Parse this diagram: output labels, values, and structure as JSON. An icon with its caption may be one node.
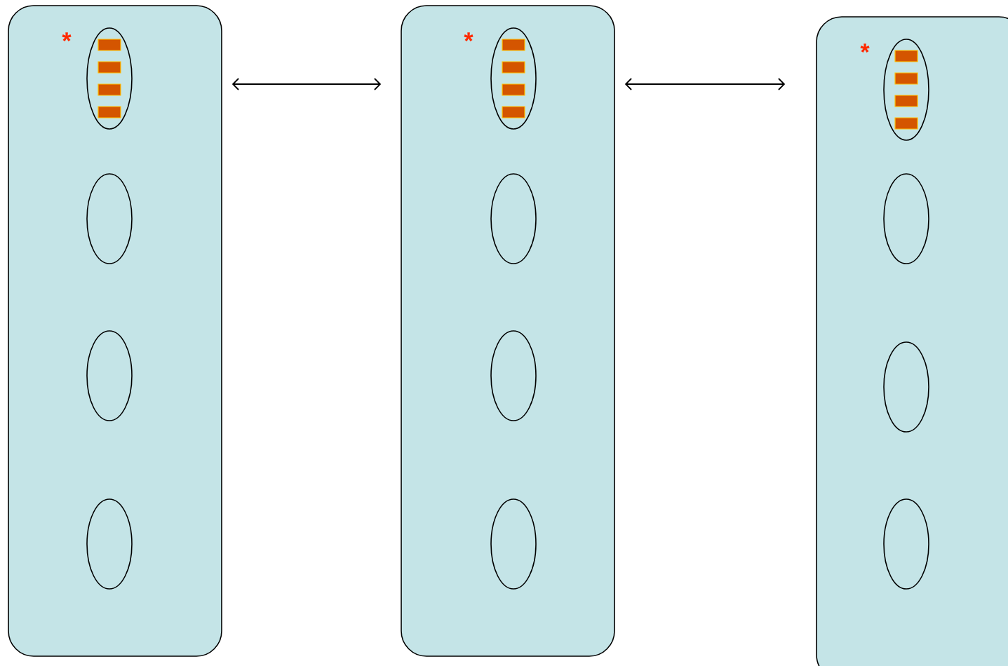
{
  "diagram": {
    "nodes": [
      {
        "text": [],
        "shape": "box"
      },
      {
        "text": [],
        "shape": "ellipse",
        "in": 0,
        "beside": [
          "*"
        ]
      },
      {
        "text": [],
        "shape": "bar",
        "in": 1
      },
      {
        "text": [],
        "shape": "bar",
        "in": 1
      },
      {
        "text": [],
        "shape": "bar",
        "in": 1
      },
      {
        "text": [],
        "shape": "bar",
        "in": 1
      },
      {
        "text": [],
        "shape": "ellipse",
        "in": 0
      },
      {
        "text": [],
        "shape": "ellipse",
        "in": 0
      },
      {
        "text": [],
        "shape": "ellipse",
        "in": 0
      },
      {
        "text": [],
        "shape": "box"
      },
      {
        "text": [],
        "shape": "ellipse",
        "in": 9,
        "beside": [
          "*"
        ]
      },
      {
        "text": [],
        "shape": "bar",
        "in": 10
      },
      {
        "text": [],
        "shape": "bar",
        "in": 10
      },
      {
        "text": [],
        "shape": "bar",
        "in": 10
      },
      {
        "text": [],
        "shape": "bar",
        "in": 10
      },
      {
        "text": [],
        "shape": "ellipse",
        "in": 9
      },
      {
        "text": [],
        "shape": "ellipse",
        "in": 9
      },
      {
        "text": [],
        "shape": "ellipse",
        "in": 9
      },
      {
        "text": [],
        "shape": "box"
      },
      {
        "text": [],
        "shape": "ellipse",
        "in": 18,
        "beside": [
          "*"
        ]
      },
      {
        "text": [],
        "shape": "bar",
        "in": 19
      },
      {
        "text": [],
        "shape": "bar",
        "in": 19
      },
      {
        "text": [],
        "shape": "bar",
        "in": 19
      },
      {
        "text": [],
        "shape": "bar",
        "in": 19
      },
      {
        "text": [],
        "shape": "ellipse",
        "in": 18
      },
      {
        "text": [],
        "shape": "ellipse",
        "in": 18
      },
      {
        "text": [],
        "shape": "ellipse",
        "in": 18
      }
    ],
    "edges": [
      {
        "from": 0,
        "to": 9,
        "arrow": "both"
      },
      {
        "from": 9,
        "to": 18,
        "arrow": "both"
      }
    ]
  }
}
